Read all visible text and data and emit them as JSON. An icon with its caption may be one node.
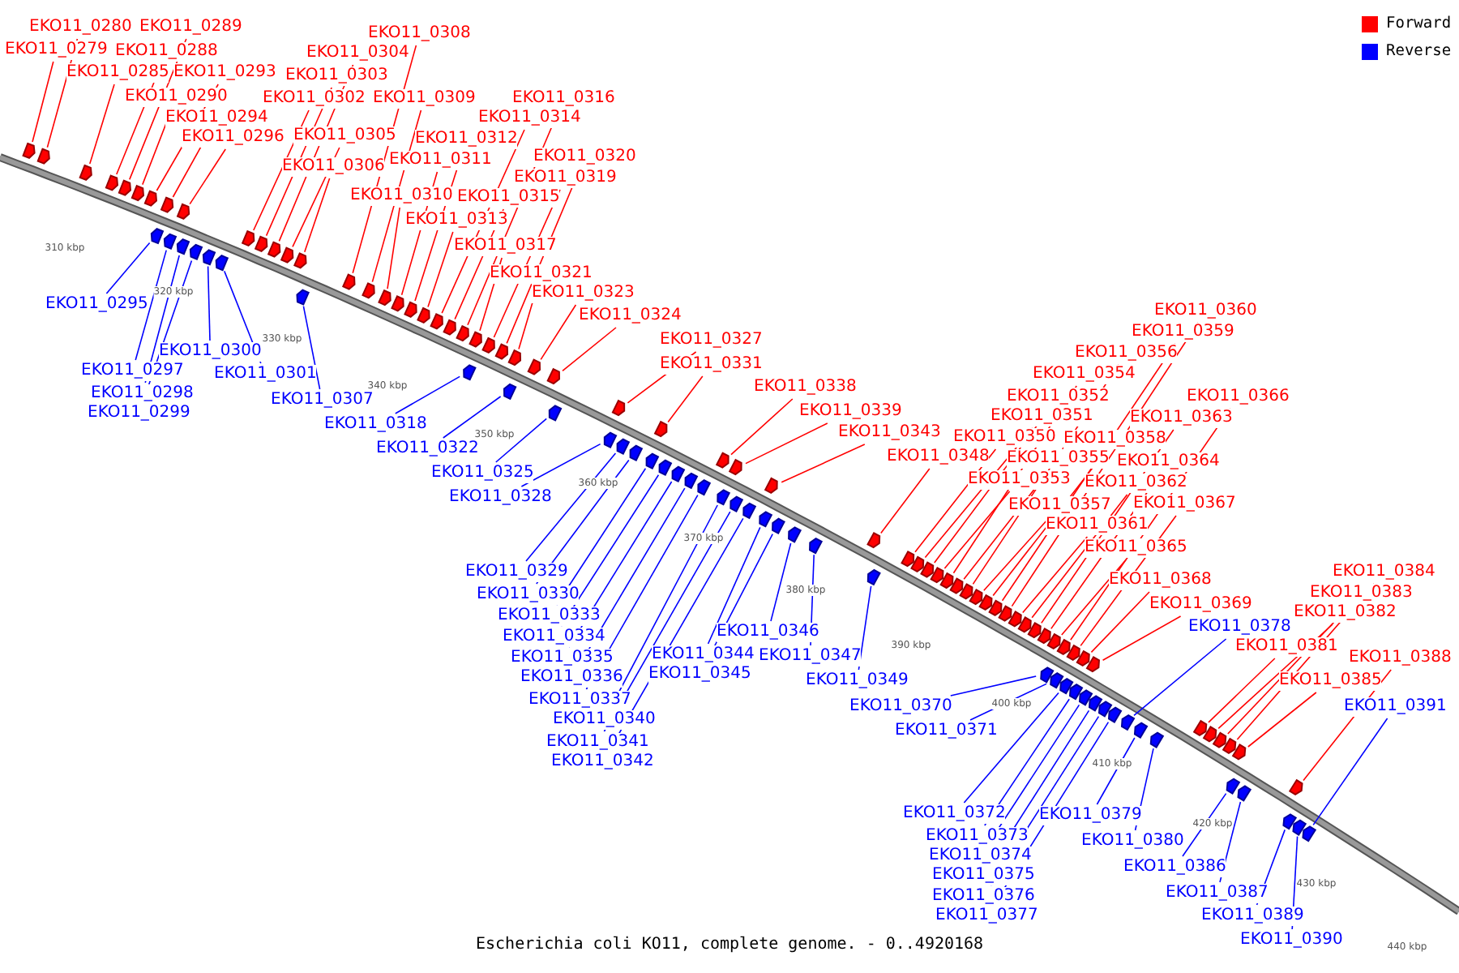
{
  "diagram": {
    "caption": "Escherichia coli KO11, complete genome. - 0..4920168",
    "nodes": [
      {
        "text": [
          "EKO11_0279"
        ]
      },
      {
        "text": [
          "EKO11_0280"
        ]
      },
      {
        "text": [
          "EKO11_0285"
        ]
      },
      {
        "text": [
          "EKO11_0288"
        ]
      },
      {
        "text": [
          "EKO11_0289"
        ]
      },
      {
        "text": [
          "EKO11_0290"
        ]
      },
      {
        "text": [
          "EKO11_0293"
        ]
      },
      {
        "text": [
          "EKO11_0294"
        ]
      },
      {
        "text": [
          "EKO11_0295"
        ]
      },
      {
        "text": [
          "EKO11_0296"
        ]
      },
      {
        "text": [
          "EKO11_0297"
        ]
      },
      {
        "text": [
          "EKO11_0298"
        ]
      },
      {
        "text": [
          "EKO11_0299"
        ]
      },
      {
        "text": [
          "EKO11_0300"
        ]
      },
      {
        "text": [
          "EKO11_0301"
        ]
      },
      {
        "text": [
          "EKO11_0302"
        ]
      },
      {
        "text": [
          "EKO11_0303"
        ]
      },
      {
        "text": [
          "EKO11_0304"
        ]
      },
      {
        "text": [
          "EKO11_0305"
        ]
      },
      {
        "text": [
          "EKO11_0306"
        ]
      },
      {
        "text": [
          "EKO11_0307"
        ]
      },
      {
        "text": [
          "EKO11_0308"
        ]
      },
      {
        "text": [
          "EKO11_0309"
        ]
      },
      {
        "text": [
          "EKO11_0310"
        ]
      },
      {
        "text": [
          "EKO11_0311"
        ]
      },
      {
        "text": [
          "EKO11_0312"
        ]
      },
      {
        "text": [
          "EKO11_0313"
        ]
      },
      {
        "text": [
          "EKO11_0314"
        ]
      },
      {
        "text": [
          "EKO11_0315"
        ]
      },
      {
        "text": [
          "EKO11_0316"
        ]
      },
      {
        "text": [
          "EKO11_0317"
        ]
      },
      {
        "text": [
          "EKO11_0318"
        ]
      },
      {
        "text": [
          "EKO11_0319"
        ]
      },
      {
        "text": [
          "EKO11_0320"
        ]
      },
      {
        "text": [
          "EKO11_0321"
        ]
      },
      {
        "text": [
          "EKO11_0322"
        ]
      },
      {
        "text": [
          "EKO11_0323"
        ]
      },
      {
        "text": [
          "EKO11_0324"
        ]
      },
      {
        "text": [
          "EKO11_0325"
        ]
      },
      {
        "text": [
          "EKO11_0327"
        ]
      },
      {
        "text": [
          "EKO11_0328"
        ]
      },
      {
        "text": [
          "EKO11_0329"
        ]
      },
      {
        "text": [
          "EKO11_0330"
        ]
      },
      {
        "text": [
          "EKO11_0331"
        ]
      },
      {
        "text": [
          "EKO11_0333"
        ]
      },
      {
        "text": [
          "EKO11_0334"
        ]
      },
      {
        "text": [
          "EKO11_0335"
        ]
      },
      {
        "text": [
          "EKO11_0336"
        ]
      },
      {
        "text": [
          "EKO11_0337"
        ]
      },
      {
        "text": [
          "EKO11_0338"
        ]
      },
      {
        "text": [
          "EKO11_0339"
        ]
      },
      {
        "text": [
          "EKO11_0340"
        ]
      },
      {
        "text": [
          "EKO11_0341"
        ]
      },
      {
        "text": [
          "EKO11_0342"
        ]
      },
      {
        "text": [
          "EKO11_0343"
        ]
      },
      {
        "text": [
          "EKO11_0344"
        ]
      },
      {
        "text": [
          "EKO11_0345"
        ]
      },
      {
        "text": [
          "EKO11_0346"
        ]
      },
      {
        "text": [
          "EKO11_0347"
        ]
      },
      {
        "text": [
          "EKO11_0348"
        ]
      },
      {
        "text": [
          "EKO11_0349"
        ]
      },
      {
        "text": [
          "EKO11_0350"
        ]
      },
      {
        "text": [
          "EKO11_0351"
        ]
      },
      {
        "text": [
          "EKO11_0352"
        ]
      },
      {
        "text": [
          "EKO11_0353"
        ]
      },
      {
        "text": [
          "EKO11_0354"
        ]
      },
      {
        "text": [
          "EKO11_0355"
        ]
      },
      {
        "text": [
          "EKO11_0356"
        ]
      },
      {
        "text": [
          "EKO11_0357"
        ]
      },
      {
        "text": [
          "EKO11_0358"
        ]
      },
      {
        "text": [
          "EKO11_0359"
        ]
      },
      {
        "text": [
          "EKO11_0360"
        ]
      },
      {
        "text": [
          "EKO11_0361"
        ]
      },
      {
        "text": [
          "EKO11_0362"
        ]
      },
      {
        "text": [
          "EKO11_0363"
        ]
      },
      {
        "text": [
          "EKO11_0364"
        ]
      },
      {
        "text": [
          "EKO11_0365"
        ]
      },
      {
        "text": [
          "EKO11_0366"
        ]
      },
      {
        "text": [
          "EKO11_0367"
        ]
      },
      {
        "text": [
          "EKO11_0368"
        ]
      },
      {
        "text": [
          "EKO11_0369"
        ]
      },
      {
        "text": [
          "EKO11_0370"
        ]
      },
      {
        "text": [
          "EKO11_0371"
        ]
      },
      {
        "text": [
          "EKO11_0372"
        ]
      },
      {
        "text": [
          "EKO11_0373"
        ]
      },
      {
        "text": [
          "EKO11_0374"
        ]
      },
      {
        "text": [
          "EKO11_0375"
        ]
      },
      {
        "text": [
          "EKO11_0376"
        ]
      },
      {
        "text": [
          "EKO11_0377"
        ]
      },
      {
        "text": [
          "EKO11_0378"
        ]
      },
      {
        "text": [
          "EKO11_0379"
        ]
      },
      {
        "text": [
          "EKO11_0380"
        ]
      },
      {
        "text": [
          "EKO11_0381"
        ]
      },
      {
        "text": [
          "EKO11_0382"
        ]
      },
      {
        "text": [
          "EKO11_0383"
        ]
      },
      {
        "text": [
          "EKO11_0384"
        ]
      },
      {
        "text": [
          "EKO11_0385"
        ]
      },
      {
        "text": [
          "EKO11_0386"
        ]
      },
      {
        "text": [
          "EKO11_0387"
        ]
      },
      {
        "text": [
          "EKO11_0388"
        ]
      },
      {
        "text": [
          "EKO11_0389"
        ]
      },
      {
        "text": [
          "EKO11_0390"
        ]
      },
      {
        "text": [
          "EKO11_0391"
        ]
      },
      {
        "text": [],
        "shape": "arrow"
      },
      {
        "text": [],
        "shape": "arrow"
      },
      {
        "text": [],
        "shape": "arrow"
      },
      {
        "text": [],
        "shape": "arrow"
      },
      {
        "text": [],
        "shape": "arrow"
      },
      {
        "text": [],
        "shape": "arrow"
      },
      {
        "text": [],
        "shape": "arrow"
      },
      {
        "text": [],
        "shape": "arrow"
      },
      {
        "text": [],
        "shape": "arrow"
      },
      {
        "text": [],
        "shape": "arrow"
      },
      {
        "text": [],
        "shape": "arrow"
      },
      {
        "text": [],
        "shape": "arrow"
      },
      {
        "text": [],
        "shape": "arrow"
      },
      {
        "text": [],
        "shape": "arrow"
      },
      {
        "text": [],
        "shape": "arrow"
      },
      {
        "text": [],
        "shape": "arrow"
      },
      {
        "text": [],
        "shape": "arrow"
      },
      {
        "text": [],
        "shape": "arrow"
      },
      {
        "text": [],
        "shape": "arrow"
      },
      {
        "text": [],
        "shape": "arrow"
      },
      {
        "text": [],
        "shape": "arrow"
      },
      {
        "text": [],
        "shape": "arrow"
      },
      {
        "text": [],
        "shape": "arrow"
      },
      {
        "text": [],
        "shape": "arrow"
      },
      {
        "text": [],
        "shape": "arrow"
      },
      {
        "text": [],
        "shape": "arrow"
      },
      {
        "text": [],
        "shape": "arrow"
      },
      {
        "text": [],
        "shape": "arrow"
      },
      {
        "text": [],
        "shape": "arrow"
      },
      {
        "text": [],
        "shape": "arrow"
      },
      {
        "text": [],
        "shape": "arrow"
      },
      {
        "text": [],
        "shape": "arrow"
      },
      {
        "text": [],
        "shape": "arrow"
      },
      {
        "text": [],
        "shape": "arrow"
      },
      {
        "text": [],
        "shape": "arrow"
      },
      {
        "text": [],
        "shape": "arrow"
      },
      {
        "text": [],
        "shape": "arrow"
      },
      {
        "text": [],
        "shape": "arrow"
      },
      {
        "text": [],
        "shape": "arrow"
      },
      {
        "text": [],
        "shape": "arrow"
      },
      {
        "text": [],
        "shape": "arrow"
      },
      {
        "text": [],
        "shape": "arrow"
      },
      {
        "text": [],
        "shape": "arrow"
      },
      {
        "text": [],
        "shape": "arrow"
      },
      {
        "text": [],
        "shape": "arrow"
      },
      {
        "text": [],
        "shape": "arrow"
      },
      {
        "text": [],
        "shape": "arrow"
      },
      {
        "text": [],
        "shape": "arrow"
      },
      {
        "text": [],
        "shape": "arrow"
      },
      {
        "text": [],
        "shape": "arrow"
      },
      {
        "text": [],
        "shape": "arrow"
      },
      {
        "text": [],
        "shape": "arrow"
      },
      {
        "text": [],
        "shape": "arrow"
      },
      {
        "text": [],
        "shape": "arrow"
      },
      {
        "text": [],
        "shape": "arrow"
      },
      {
        "text": [],
        "shape": "arrow"
      },
      {
        "text": [],
        "shape": "arrow"
      },
      {
        "text": [],
        "shape": "arrow"
      },
      {
        "text": [],
        "shape": "arrow"
      },
      {
        "text": [],
        "shape": "arrow"
      },
      {
        "text": [],
        "shape": "arrow"
      },
      {
        "text": [],
        "shape": "arrow"
      },
      {
        "text": [],
        "shape": "arrow"
      },
      {
        "text": [],
        "shape": "arrow"
      },
      {
        "text": [],
        "shape": "arrow"
      },
      {
        "text": [],
        "shape": "arrow"
      },
      {
        "text": [],
        "shape": "arrow"
      },
      {
        "text": [],
        "shape": "arrow"
      },
      {
        "text": [],
        "shape": "arrow"
      },
      {
        "text": [],
        "shape": "arrow"
      },
      {
        "text": [],
        "shape": "arrow"
      },
      {
        "text": [],
        "shape": "arrow"
      },
      {
        "text": [],
        "shape": "arrow"
      },
      {
        "text": [],
        "shape": "arrow"
      },
      {
        "text": [],
        "shape": "arrow"
      },
      {
        "text": [],
        "shape": "arrow"
      },
      {
        "text": [],
        "shape": "arrow"
      },
      {
        "text": [],
        "shape": "arrow"
      },
      {
        "text": [],
        "shape": "arrow"
      },
      {
        "text": [],
        "shape": "arrow"
      },
      {
        "text": [],
        "shape": "arrow"
      },
      {
        "text": [],
        "shape": "arrow"
      },
      {
        "text": [],
        "shape": "arrow"
      },
      {
        "text": [],
        "shape": "arrow"
      },
      {
        "text": [],
        "shape": "arrow"
      },
      {
        "text": [],
        "shape": "arrow"
      },
      {
        "text": [],
        "shape": "arrow"
      },
      {
        "text": [],
        "shape": "arrow"
      },
      {
        "text": [],
        "shape": "arrow"
      },
      {
        "text": [],
        "shape": "arrow"
      },
      {
        "text": [],
        "shape": "arrow"
      },
      {
        "text": [],
        "shape": "arrow"
      },
      {
        "text": [],
        "shape": "arrow"
      },
      {
        "text": [],
        "shape": "arrow"
      },
      {
        "text": [],
        "shape": "arrow"
      },
      {
        "text": [],
        "shape": "arrow"
      },
      {
        "text": [],
        "shape": "arrow"
      },
      {
        "text": [],
        "shape": "arrow"
      },
      {
        "text": [],
        "shape": "arrow"
      },
      {
        "text": [],
        "shape": "arrow"
      },
      {
        "text": [],
        "shape": "arrow"
      },
      {
        "text": [],
        "shape": "arrow"
      },
      {
        "text": [],
        "shape": "arrow"
      }
    ],
    "edges": [
      {
        "from": 0,
        "to": 103,
        "arrow": "none"
      },
      {
        "from": 1,
        "to": 104,
        "arrow": "none"
      },
      {
        "from": 2,
        "to": 105,
        "arrow": "none"
      },
      {
        "from": 3,
        "to": 106,
        "arrow": "none"
      },
      {
        "from": 4,
        "to": 107,
        "arrow": "none"
      },
      {
        "from": 5,
        "to": 108,
        "arrow": "none"
      },
      {
        "from": 6,
        "to": 109,
        "arrow": "none"
      },
      {
        "from": 7,
        "to": 110,
        "arrow": "none"
      },
      {
        "from": 8,
        "to": 111,
        "arrow": "none",
        "color": "#0000ff"
      },
      {
        "from": 9,
        "to": 112,
        "arrow": "none"
      },
      {
        "from": 10,
        "to": 113,
        "arrow": "none",
        "color": "#0000ff"
      },
      {
        "from": 11,
        "to": 114,
        "arrow": "none",
        "color": "#0000ff"
      },
      {
        "from": 12,
        "to": 115,
        "arrow": "none",
        "color": "#0000ff"
      },
      {
        "from": 13,
        "to": 116,
        "arrow": "none",
        "color": "#0000ff"
      },
      {
        "from": 14,
        "to": 117,
        "arrow": "none",
        "color": "#0000ff"
      },
      {
        "from": 15,
        "to": 118,
        "arrow": "none"
      },
      {
        "from": 16,
        "to": 119,
        "arrow": "none"
      },
      {
        "from": 17,
        "to": 120,
        "arrow": "none"
      },
      {
        "from": 18,
        "to": 121,
        "arrow": "none"
      },
      {
        "from": 19,
        "to": 122,
        "arrow": "none"
      },
      {
        "from": 20,
        "to": 123,
        "arrow": "none",
        "color": "#0000ff"
      },
      {
        "from": 21,
        "to": 124,
        "arrow": "none"
      },
      {
        "from": 22,
        "to": 125,
        "arrow": "none"
      },
      {
        "from": 23,
        "to": 126,
        "arrow": "none"
      },
      {
        "from": 24,
        "to": 127,
        "arrow": "none"
      },
      {
        "from": 25,
        "to": 128,
        "arrow": "none"
      },
      {
        "from": 26,
        "to": 129,
        "arrow": "none"
      },
      {
        "from": 27,
        "to": 130,
        "arrow": "none"
      },
      {
        "from": 28,
        "to": 131,
        "arrow": "none"
      },
      {
        "from": 29,
        "to": 132,
        "arrow": "none"
      },
      {
        "from": 30,
        "to": 133,
        "arrow": "none"
      },
      {
        "from": 31,
        "to": 134,
        "arrow": "none",
        "color": "#0000ff"
      },
      {
        "from": 32,
        "to": 135,
        "arrow": "none"
      },
      {
        "from": 33,
        "to": 136,
        "arrow": "none"
      },
      {
        "from": 34,
        "to": 137,
        "arrow": "none"
      },
      {
        "from": 35,
        "to": 138,
        "arrow": "none",
        "color": "#0000ff"
      },
      {
        "from": 36,
        "to": 139,
        "arrow": "none"
      },
      {
        "from": 37,
        "to": 140,
        "arrow": "none"
      },
      {
        "from": 38,
        "to": 141,
        "arrow": "none",
        "color": "#0000ff"
      },
      {
        "from": 39,
        "to": 142,
        "arrow": "none"
      },
      {
        "from": 40,
        "to": 143,
        "arrow": "none",
        "color": "#0000ff"
      },
      {
        "from": 41,
        "to": 144,
        "arrow": "none",
        "color": "#0000ff"
      },
      {
        "from": 42,
        "to": 145,
        "arrow": "none",
        "color": "#0000ff"
      },
      {
        "from": 43,
        "to": 146,
        "arrow": "none"
      },
      {
        "from": 44,
        "to": 147,
        "arrow": "none",
        "color": "#0000ff"
      },
      {
        "from": 45,
        "to": 148,
        "arrow": "none",
        "color": "#0000ff"
      },
      {
        "from": 46,
        "to": 149,
        "arrow": "none",
        "color": "#0000ff"
      },
      {
        "from": 47,
        "to": 150,
        "arrow": "none",
        "color": "#0000ff"
      },
      {
        "from": 48,
        "to": 151,
        "arrow": "none",
        "color": "#0000ff"
      },
      {
        "from": 49,
        "to": 152,
        "arrow": "none"
      },
      {
        "from": 50,
        "to": 153,
        "arrow": "none"
      },
      {
        "from": 51,
        "to": 154,
        "arrow": "none",
        "color": "#0000ff"
      },
      {
        "from": 52,
        "to": 155,
        "arrow": "none",
        "color": "#0000ff"
      },
      {
        "from": 53,
        "to": 156,
        "arrow": "none",
        "color": "#0000ff"
      },
      {
        "from": 54,
        "to": 157,
        "arrow": "none"
      },
      {
        "from": 55,
        "to": 158,
        "arrow": "none",
        "color": "#0000ff"
      },
      {
        "from": 56,
        "to": 159,
        "arrow": "none",
        "color": "#0000ff"
      },
      {
        "from": 57,
        "to": 160,
        "arrow": "none",
        "color": "#0000ff"
      },
      {
        "from": 58,
        "to": 161,
        "arrow": "none",
        "color": "#0000ff"
      },
      {
        "from": 59,
        "to": 162,
        "arrow": "none"
      },
      {
        "from": 60,
        "to": 163,
        "arrow": "none",
        "color": "#0000ff"
      },
      {
        "from": 61,
        "to": 164,
        "arrow": "none"
      },
      {
        "from": 62,
        "to": 165,
        "arrow": "none"
      },
      {
        "from": 63,
        "to": 166,
        "arrow": "none"
      },
      {
        "from": 64,
        "to": 167,
        "arrow": "none"
      },
      {
        "from": 65,
        "to": 168,
        "arrow": "none"
      },
      {
        "from": 66,
        "to": 169,
        "arrow": "none"
      },
      {
        "from": 67,
        "to": 170,
        "arrow": "none"
      },
      {
        "from": 68,
        "to": 171,
        "arrow": "none"
      },
      {
        "from": 69,
        "to": 172,
        "arrow": "none"
      },
      {
        "from": 70,
        "to": 173,
        "arrow": "none"
      },
      {
        "from": 71,
        "to": 174,
        "arrow": "none"
      },
      {
        "from": 72,
        "to": 175,
        "arrow": "none"
      },
      {
        "from": 73,
        "to": 176,
        "arrow": "none"
      },
      {
        "from": 74,
        "to": 177,
        "arrow": "none"
      },
      {
        "from": 75,
        "to": 178,
        "arrow": "none"
      },
      {
        "from": 76,
        "to": 179,
        "arrow": "none"
      },
      {
        "from": 77,
        "to": 180,
        "arrow": "none"
      },
      {
        "from": 78,
        "to": 181,
        "arrow": "none"
      },
      {
        "from": 79,
        "to": 182,
        "arrow": "none"
      },
      {
        "from": 80,
        "to": 183,
        "arrow": "none"
      },
      {
        "from": 81,
        "to": 184,
        "arrow": "none",
        "color": "#0000ff"
      },
      {
        "from": 82,
        "to": 185,
        "arrow": "none",
        "color": "#0000ff"
      },
      {
        "from": 83,
        "to": 186,
        "arrow": "none",
        "color": "#0000ff"
      },
      {
        "from": 84,
        "to": 187,
        "arrow": "none",
        "color": "#0000ff"
      },
      {
        "from": 85,
        "to": 188,
        "arrow": "none",
        "color": "#0000ff"
      },
      {
        "from": 86,
        "to": 189,
        "arrow": "none",
        "color": "#0000ff"
      },
      {
        "from": 87,
        "to": 190,
        "arrow": "none",
        "color": "#0000ff"
      },
      {
        "from": 88,
        "to": 191,
        "arrow": "none",
        "color": "#0000ff"
      },
      {
        "from": 89,
        "to": 192,
        "arrow": "none",
        "color": "#0000ff"
      },
      {
        "from": 90,
        "to": 193,
        "arrow": "none",
        "color": "#0000ff"
      },
      {
        "from": 91,
        "to": 194,
        "arrow": "none",
        "color": "#0000ff"
      },
      {
        "from": 92,
        "to": 195,
        "arrow": "none"
      },
      {
        "from": 93,
        "to": 196,
        "arrow": "none"
      },
      {
        "from": 94,
        "to": 197,
        "arrow": "none"
      },
      {
        "from": 95,
        "to": 198,
        "arrow": "none"
      },
      {
        "from": 96,
        "to": 199,
        "arrow": "none"
      },
      {
        "from": 97,
        "to": 200,
        "arrow": "none",
        "color": "#0000ff"
      },
      {
        "from": 98,
        "to": 201,
        "arrow": "none",
        "color": "#0000ff"
      },
      {
        "from": 99,
        "to": 202,
        "arrow": "none"
      },
      {
        "from": 100,
        "to": 203,
        "arrow": "none",
        "color": "#0000ff"
      },
      {
        "from": 101,
        "to": 204,
        "arrow": "none",
        "color": "#0000ff"
      },
      {
        "from": 102,
        "to": 205,
        "arrow": "none",
        "color": "#0000ff"
      }
    ],
    "labels": [
      "310 kbp",
      "320 kbp",
      "330 kbp",
      "340 kbp",
      "350 kbp",
      "360 kbp",
      "370 kbp",
      "380 kbp",
      "390 kbp",
      "400 kbp",
      "410 kbp",
      "420 kbp",
      "430 kbp",
      "440 kbp"
    ],
    "legend": [
      {
        "text": "Forward",
        "color": "#ff0000"
      },
      {
        "text": "Reverse",
        "color": "#0000ff"
      }
    ]
  }
}
